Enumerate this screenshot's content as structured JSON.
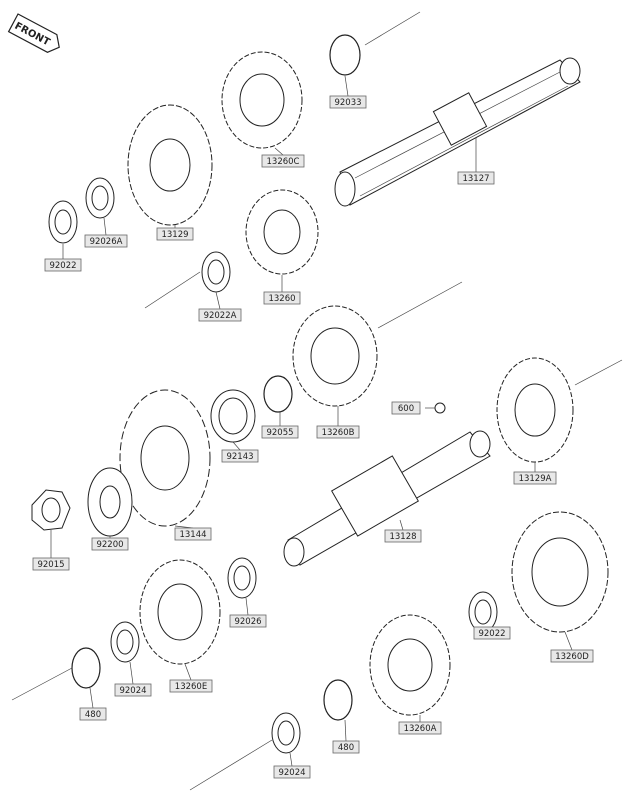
{
  "front_badge": "FRONT",
  "labels": {
    "p92033": "92033",
    "p13260C": "13260C",
    "p13127": "13127",
    "p13129": "13129",
    "p92026A": "92026A",
    "p92022_top": "92022",
    "p13260": "13260",
    "p92022A": "92022A",
    "p600": "600",
    "p92055": "92055",
    "p13260B": "13260B",
    "p13129A": "13129A",
    "p92143": "92143",
    "p13144": "13144",
    "p92200": "92200",
    "p92015": "92015",
    "p13128": "13128",
    "p92026": "92026",
    "p92024_left": "92024",
    "p13260E": "13260E",
    "p480_left": "480",
    "p92022_right": "92022",
    "p13260D": "13260D",
    "p480_bottom": "480",
    "p13260A": "13260A",
    "p92024_bottom": "92024"
  }
}
